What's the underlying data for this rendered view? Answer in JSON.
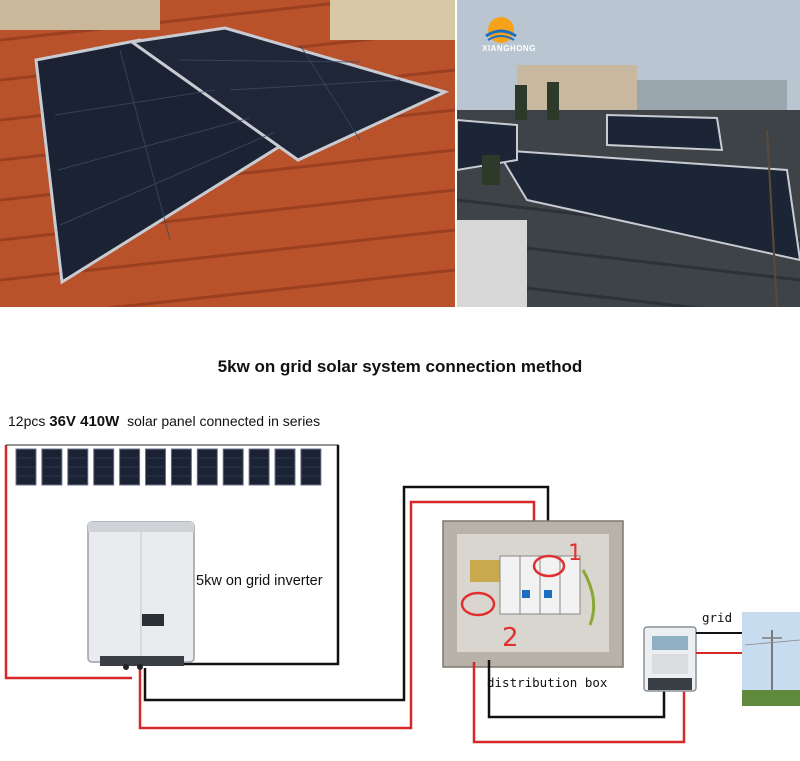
{
  "brand": {
    "logo_text": "XIANGHONG"
  },
  "title": "5kw on grid solar system connection method",
  "panel_caption": {
    "count": "12pcs",
    "spec": "36V 410W",
    "suffix": "solar panel connected in series"
  },
  "panels": {
    "quantity": 12
  },
  "labels": {
    "inverter": "5kw on grid inverter",
    "distribution_box": "distribution box",
    "grid": "grid",
    "mark_1": "1",
    "mark_2": "2"
  },
  "colors": {
    "dc_positive": "#d62828",
    "dc_negative": "#111111",
    "annotation": "#e03030",
    "roof_tile": "#b9512b",
    "panel": "#1a2233"
  }
}
